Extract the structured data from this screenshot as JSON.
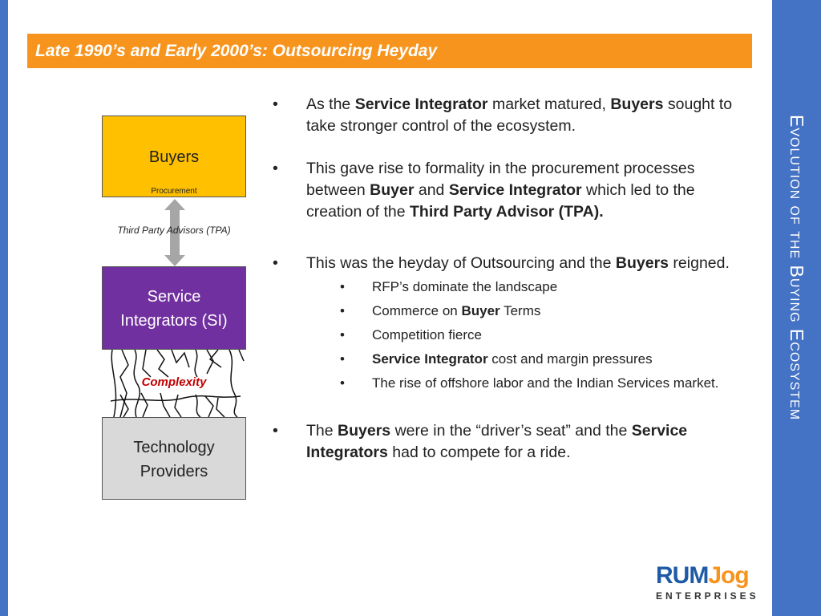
{
  "side_title": "Evolution of the Buying Ecosystem",
  "title": "Late 1990’s and Early 2000’s: Outsourcing Heyday",
  "diagram": {
    "buyers": "Buyers",
    "procurement": "Procurement",
    "tpa": "Third Party Advisors (TPA)",
    "si_line1": "Service",
    "si_line2": "Integrators (SI)",
    "complexity": "Complexity",
    "tech_line1": "Technology",
    "tech_line2": "Providers"
  },
  "bullets": {
    "b1": {
      "t1": "As the ",
      "bold1": "Service Integrator",
      "t2": " market matured, ",
      "bold2": "Buyers",
      "t3": " sought to take stronger control of the ecosystem."
    },
    "b2": {
      "t1": "This gave rise to formality in the procurement processes between ",
      "bold1": "Buyer",
      "t2": " and ",
      "bold2": "Service Integrator",
      "t3": " which led to the creation of the ",
      "bold3": "Third Party Advisor (TPA)."
    },
    "b3": {
      "t1": "This was the heyday of Outsourcing and the ",
      "bold1": "Buyers",
      "t2": " reigned."
    },
    "sub": {
      "s1": "RFP’s dominate the landscape",
      "s2_t1": "Commerce on ",
      "s2_bold": "Buyer",
      "s2_t2": " Terms",
      "s3": "Competition fierce",
      "s4_bold": "Service Integrator",
      "s4_t": " cost and margin pressures",
      "s5": "The rise of offshore labor and the Indian Services market."
    },
    "b4": {
      "t1": "The ",
      "bold1": "Buyers",
      "t2": " were in the “driver’s seat” and the ",
      "bold2": "Service Integrators",
      "t3": " had to compete for a ride."
    }
  },
  "bullet_glyph": "•",
  "logo": {
    "rum": "RUM",
    "jog": "Jog",
    "enterprises": "ENTERPRISES"
  },
  "colors": {
    "accent_blue": "#4472c4",
    "title_orange": "#f7941d",
    "buyers_yellow": "#ffc000",
    "si_purple": "#7030a0",
    "tech_gray": "#d9d9d9",
    "complexity_red": "#c00000"
  }
}
